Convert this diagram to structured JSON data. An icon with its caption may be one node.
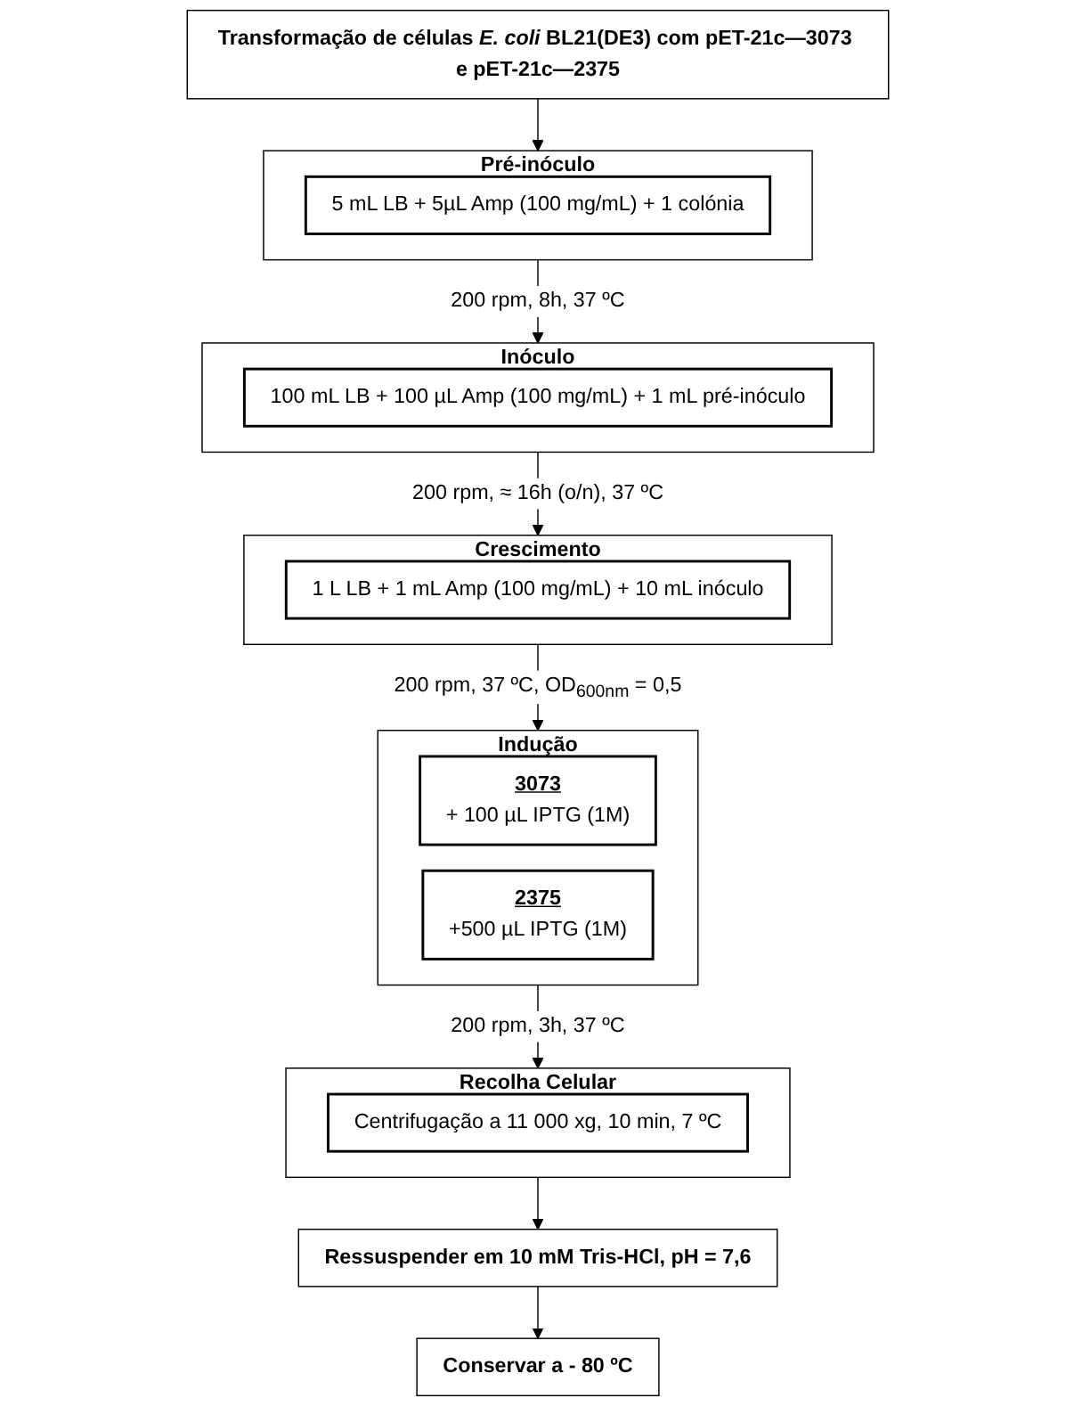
{
  "diagram": {
    "nodes": [
      {
        "text": [
          "Transformação de células *E. coli* BL21(DE3) com pET-21c—3073 e pET-21c—2375"
        ]
      },
      {
        "text": [
          "Pré-inóculo"
        ]
      },
      {
        "text": [
          "5 mL LB + 5µL Amp (100 mg/mL) + 1 colónia"
        ],
        "in": 1
      },
      {
        "text": [
          "Inóculo"
        ]
      },
      {
        "text": [
          "100 mL LB + 100 µL Amp (100 mg/mL) + 1 mL pré-inóculo"
        ],
        "in": 3
      },
      {
        "text": [
          "Crescimento"
        ]
      },
      {
        "text": [
          "1 L LB + 1 mL Amp (100 mg/mL) + 10 mL inóculo"
        ],
        "in": 5
      },
      {
        "text": [
          "Indução"
        ]
      },
      {
        "text": [
          "3073",
          "+ 100 µL IPTG (1M)"
        ],
        "in": 7
      },
      {
        "text": [
          "2375",
          "+500 µL IPTG (1M)"
        ],
        "in": 7
      },
      {
        "text": [
          "Recolha Celular"
        ]
      },
      {
        "text": [
          "Centrifugação a 11 000 xg, 10 min, 7 ºC"
        ],
        "in": 10
      },
      {
        "text": [
          "Ressuspender em 10 mM Tris-HCl, pH = 7,6"
        ]
      },
      {
        "text": [
          "Conservar a - 80 ºC"
        ]
      }
    ],
    "edges": [
      {
        "from": 0,
        "to": 1,
        "arrow": "to"
      },
      {
        "from": 1,
        "to": 3,
        "arrow": "to",
        "label": "200 rpm, 8h, 37 ºC"
      },
      {
        "from": 3,
        "to": 5,
        "arrow": "to",
        "label": "200 rpm, ≈ 16h (o/n), 37 ºC"
      },
      {
        "from": 5,
        "to": 7,
        "arrow": "to",
        "label": "200 rpm, 37 ºC, OD$_{600nm}$ = 0,5"
      },
      {
        "from": 7,
        "to": 10,
        "arrow": "to",
        "label": "200 rpm, 3h, 37 ºC"
      },
      {
        "from": 10,
        "to": 12,
        "arrow": "to"
      },
      {
        "from": 12,
        "to": 13,
        "arrow": "to"
      }
    ]
  }
}
